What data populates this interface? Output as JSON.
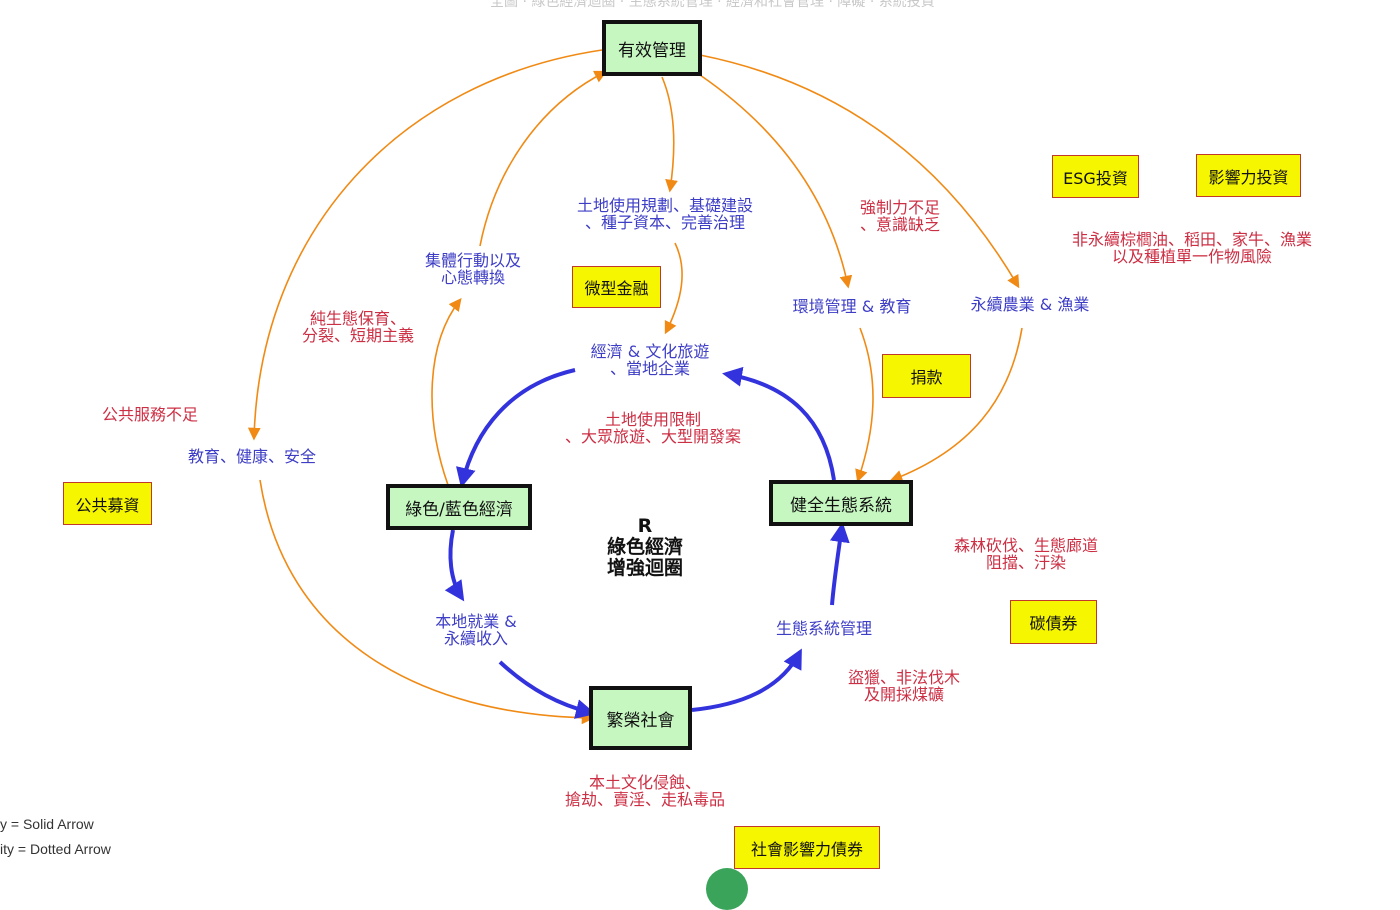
{
  "header": {
    "breadcrumb": "全圖 · 綠色經濟迴圈 · 生態系統管理 · 經濟和社會管理 · 障礙 · 系統投資"
  },
  "nodes": {
    "effective_mgmt": "有效管理",
    "green_economy": "綠色/藍色經濟",
    "healthy_eco": "健全生態系統",
    "prosperous": "繁榮社會"
  },
  "blue_labels": {
    "land_planning": [
      "土地使用規劃、基礎建設",
      "、種子資本、完善治理"
    ],
    "collective": [
      "集體行動以及",
      "心態轉換"
    ],
    "tourism": [
      "經濟 & 文化旅遊",
      "、當地企業"
    ],
    "env_mgmt": "環境管理 & 教育",
    "sust_agri": "永續農業 & 漁業",
    "education": "教育、健康、安全",
    "jobs": [
      "本地就業 &",
      "永續收入"
    ],
    "eco_mgmt": "生態系統管理"
  },
  "red_labels": {
    "enforcement": [
      "強制力不足",
      "、意識缺乏"
    ],
    "nonsust": [
      "非永續棕櫚油、稻田、家牛、漁業",
      "以及種植單一作物風險"
    ],
    "pure_eco": [
      "純生態保育、",
      "分裂、短期主義"
    ],
    "public_short": "公共服務不足",
    "land_limit": [
      "土地使用限制",
      "、大眾旅遊、大型開發案"
    ],
    "forest": [
      "森林砍伐、生態廊道",
      "阻擋、汙染"
    ],
    "poaching": [
      "盜獵、非法伐木",
      "及開採煤礦"
    ],
    "culture": [
      "本土文化侵蝕、",
      "搶劫、賣淫、走私毒品"
    ]
  },
  "tags": {
    "esg": "ESG投資",
    "impact": "影響力投資",
    "micro": "微型金融",
    "donation": "捐款",
    "public_fund": "公共募資",
    "carbon": "碳債券",
    "social_bond": "社會影響力債券"
  },
  "center": {
    "r": "R",
    "line1": "綠色經濟",
    "line2": "增強迴圈"
  },
  "legend": {
    "solid": "y = Solid Arrow",
    "dotted": "ity = Dotted Arrow"
  },
  "colors": {
    "orange": "#f08a14",
    "blue": "#3333dd",
    "green_fill": "#c6f7c1",
    "yellow": "#f6f600",
    "blue_text": "#3d3dc6",
    "red_text": "#cc2f44"
  }
}
